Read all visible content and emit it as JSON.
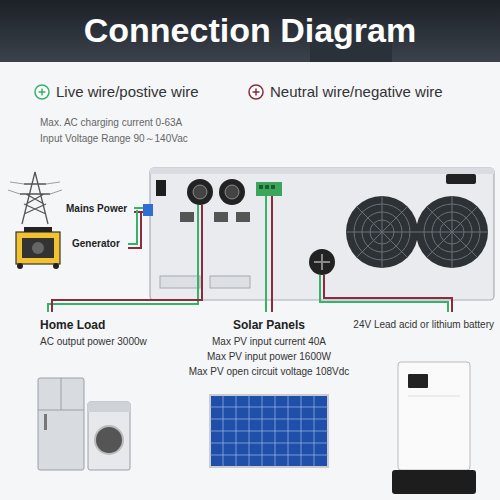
{
  "diagram": {
    "title": "Connection Diagram",
    "labels": [
      "Max. AC charging current 0-63A",
      "Input Voltage Range 90～140Vac",
      "Mains Power",
      "Generator",
      "Home Load",
      "AC output power 3000w",
      "Solar Panels",
      "Max PV input current 40A",
      "Max PV input power 1600W",
      "Max PV open circuit voltage 108Vdc",
      "24V Lead acid or lithium battery"
    ],
    "legend": [
      {
        "text": "Live wire/postive wire"
      },
      {
        "text": "Neutral wire/negative wire"
      }
    ]
  }
}
